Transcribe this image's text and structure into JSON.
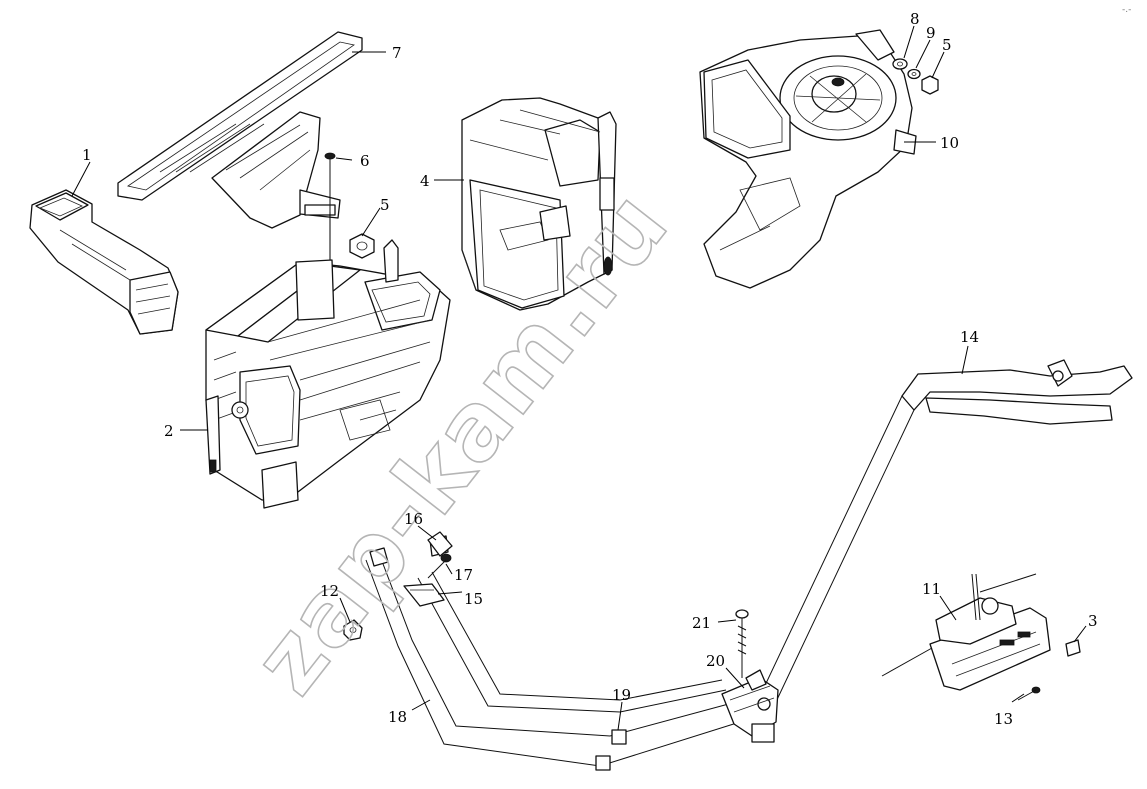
{
  "watermark": "zap-kam.ru",
  "corner_mark": "-.-",
  "callouts": [
    {
      "id": "c1",
      "label": "1"
    },
    {
      "id": "c2",
      "label": "2"
    },
    {
      "id": "c3",
      "label": "3"
    },
    {
      "id": "c4",
      "label": "4"
    },
    {
      "id": "c5a",
      "label": "5"
    },
    {
      "id": "c5b",
      "label": "5"
    },
    {
      "id": "c6",
      "label": "6"
    },
    {
      "id": "c7",
      "label": "7"
    },
    {
      "id": "c8",
      "label": "8"
    },
    {
      "id": "c9",
      "label": "9"
    },
    {
      "id": "c10",
      "label": "10"
    },
    {
      "id": "c11",
      "label": "11"
    },
    {
      "id": "c12",
      "label": "12"
    },
    {
      "id": "c13",
      "label": "13"
    },
    {
      "id": "c14",
      "label": "14"
    },
    {
      "id": "c15",
      "label": "15"
    },
    {
      "id": "c16",
      "label": "16"
    },
    {
      "id": "c17",
      "label": "17"
    },
    {
      "id": "c18",
      "label": "18"
    },
    {
      "id": "c19",
      "label": "19"
    },
    {
      "id": "c20",
      "label": "20"
    },
    {
      "id": "c21",
      "label": "21"
    }
  ]
}
